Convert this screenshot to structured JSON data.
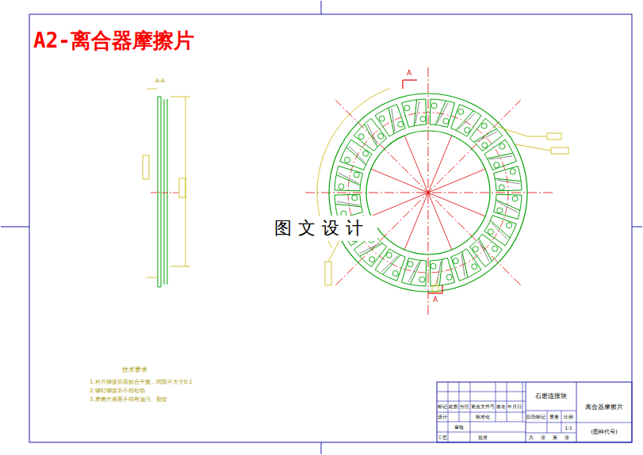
{
  "diagram": {
    "title": "A2-离合器摩擦片",
    "labels": [
      "A-A",
      "A",
      "A",
      "技术要求",
      "1.衬片铆接后应贴合平整，间隙不大于0.1",
      "2.铆钉铆接后不得松动",
      "3.摩擦片表面不得有油污、裂纹",
      "石磨连接块",
      "离合器摩擦片",
      "(图样代号)",
      "标记",
      "处数",
      "分区",
      "更改文件号",
      "签名",
      "年月日",
      "设计",
      "标准化",
      "阶段标记",
      "重量",
      "比例",
      "1:1",
      "审核",
      "工艺",
      "批准",
      "共",
      "张",
      "第",
      "张",
      "图文设计"
    ]
  }
}
